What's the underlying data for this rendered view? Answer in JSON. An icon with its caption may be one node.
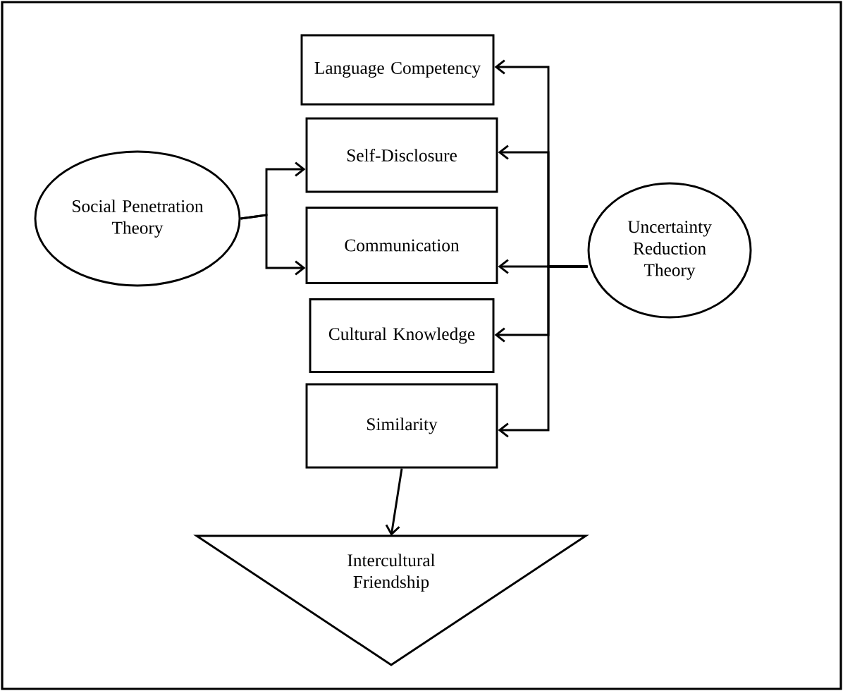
{
  "diagram": {
    "nodes": [
      {
        "text": [
          "Social Penetration Theory"
        ]
      },
      {
        "text": [
          "Language Competency"
        ]
      },
      {
        "text": [
          "Self-Disclosure"
        ]
      },
      {
        "text": [
          "Communication"
        ]
      },
      {
        "text": [
          "Cultural Knowledge"
        ]
      },
      {
        "text": [
          "Similarity"
        ]
      },
      {
        "text": [
          "Uncertainty Reduction Theory"
        ]
      },
      {
        "text": [
          "Intercultural Friendship"
        ]
      }
    ],
    "edges": [
      {
        "from": 0,
        "to": 2,
        "arrow": "to"
      },
      {
        "from": 0,
        "to": 3,
        "arrow": "to"
      },
      {
        "from": 6,
        "to": 1,
        "arrow": "to"
      },
      {
        "from": 6,
        "to": 2,
        "arrow": "to"
      },
      {
        "from": 6,
        "to": 3,
        "arrow": "to"
      },
      {
        "from": 6,
        "to": 4,
        "arrow": "to"
      },
      {
        "from": 6,
        "to": 5,
        "arrow": "to"
      },
      {
        "from": 5,
        "to": 7,
        "arrow": "to"
      }
    ]
  }
}
